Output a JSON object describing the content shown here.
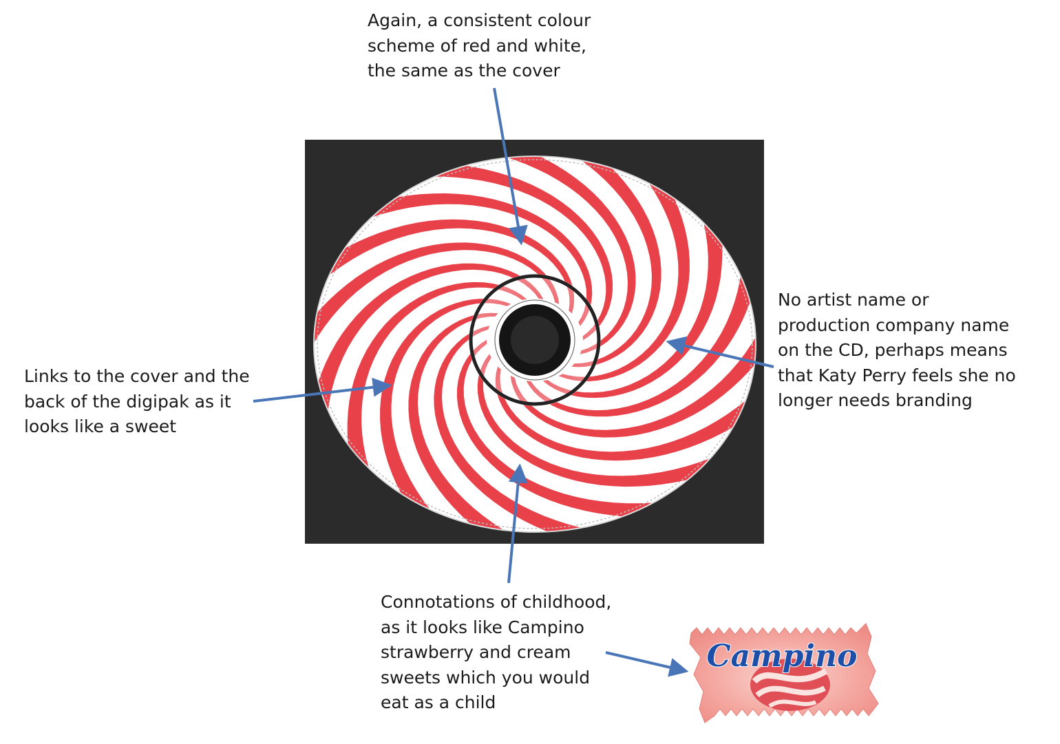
{
  "annotations": {
    "top": "Again, a consistent colour\nscheme of red and white,\nthe same as the cover",
    "left": "Links to the cover and the\nback of the digipak as it\nlooks like a sweet",
    "right": "No artist name or\nproduction company name\non the CD, perhaps means\nthat Katy Perry feels  she no\nlonger needs branding",
    "bottom": "Connotations of childhood,\nas it looks like Campino\nstrawberry and cream\nsweets which you would\neat as a child"
  },
  "candy_wrapper": {
    "brand": "Campino"
  },
  "colors": {
    "disc_red": "#e8414a",
    "disc_white": "#ffffff",
    "background_panel": "#2b2b2b",
    "arrow_blue": "#4a76b8",
    "wrapper_pink": "#f3a29c",
    "logo_blue": "#1d4fa8"
  },
  "stripes": 18
}
